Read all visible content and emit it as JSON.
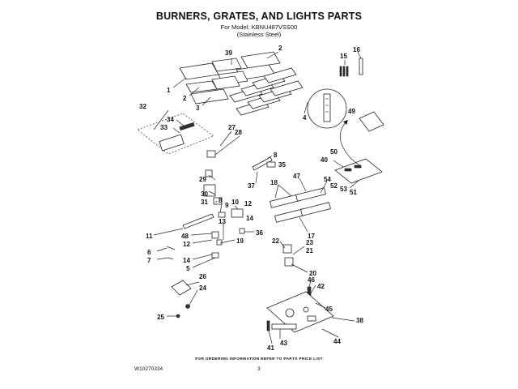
{
  "header": {
    "title": "BURNERS, GRATES, AND LIGHTS PARTS",
    "model_line": "For Model: KBNU487VSS00",
    "finish_line": "(Stainless Steel)"
  },
  "footer": {
    "order_note": "FOR ORDERING INFORMATION REFER TO PARTS PRICE LIST",
    "doc_id": "W10270334",
    "page_number": "3"
  },
  "callouts": {
    "c1": "1",
    "c2a": "2",
    "c2b": "2",
    "c3": "3",
    "c39": "39",
    "c4": "4",
    "c15": "15",
    "c16": "16",
    "c49": "49",
    "c32": "32",
    "c34": "34",
    "c33": "33",
    "c27": "27",
    "c28": "28",
    "c50": "50",
    "c8a": "8",
    "c35": "35",
    "c40": "40",
    "c37": "37",
    "c29": "29",
    "c18": "18",
    "c47": "47",
    "c54": "54",
    "c52": "52",
    "c53": "53",
    "c51": "51",
    "c30": "30",
    "c31": "31",
    "c8b": "8",
    "c9": "9",
    "c10": "10",
    "c12a": "12",
    "c14a": "14",
    "c11": "11",
    "c48": "48",
    "c12b": "12",
    "c13": "13",
    "c36": "36",
    "c17": "17",
    "c22": "22",
    "c23": "23",
    "c21": "21",
    "c6": "6",
    "c7": "7",
    "c19": "19",
    "c14b": "14",
    "c5": "5",
    "c20": "20",
    "c26": "26",
    "c46": "46",
    "c42": "42",
    "c24": "24",
    "c45": "45",
    "c25": "25",
    "c38": "38",
    "c43": "43",
    "c44": "44",
    "c41": "41"
  }
}
